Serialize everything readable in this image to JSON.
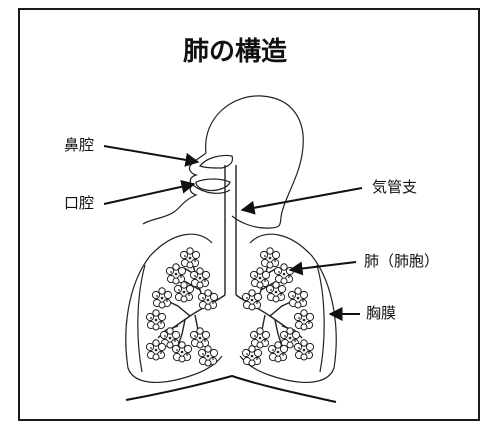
{
  "diagram": {
    "title": "肺の構造",
    "labels": {
      "nasal_cavity": "鼻腔",
      "oral_cavity": "口腔",
      "bronchus": "気管支",
      "lung_alveoli": "肺（肺胞）",
      "pleura": "胸膜"
    }
  }
}
